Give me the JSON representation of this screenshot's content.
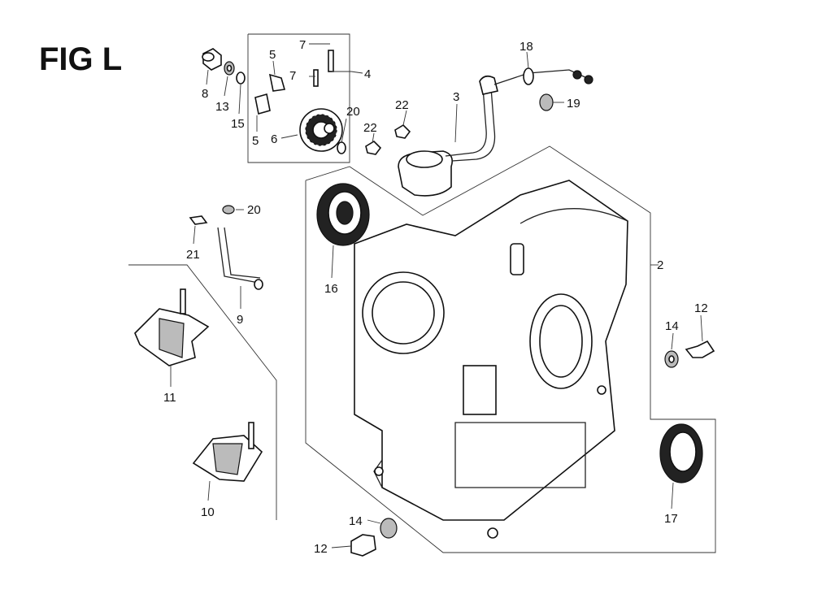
{
  "figure": {
    "title": "FIG L"
  },
  "callouts": {
    "c2": "2",
    "c3": "3",
    "c4": "4",
    "c5a": "5",
    "c5b": "5",
    "c6": "6",
    "c7a": "7",
    "c7b": "7",
    "c8": "8",
    "c9": "9",
    "c10": "10",
    "c11": "11",
    "c12a": "12",
    "c12b": "12",
    "c13": "13",
    "c14a": "14",
    "c14b": "14",
    "c15": "15",
    "c16": "16",
    "c17": "17",
    "c18": "18",
    "c19": "19",
    "c20a": "20",
    "c20b": "20",
    "c21": "21",
    "c22a": "22",
    "c22b": "22"
  }
}
